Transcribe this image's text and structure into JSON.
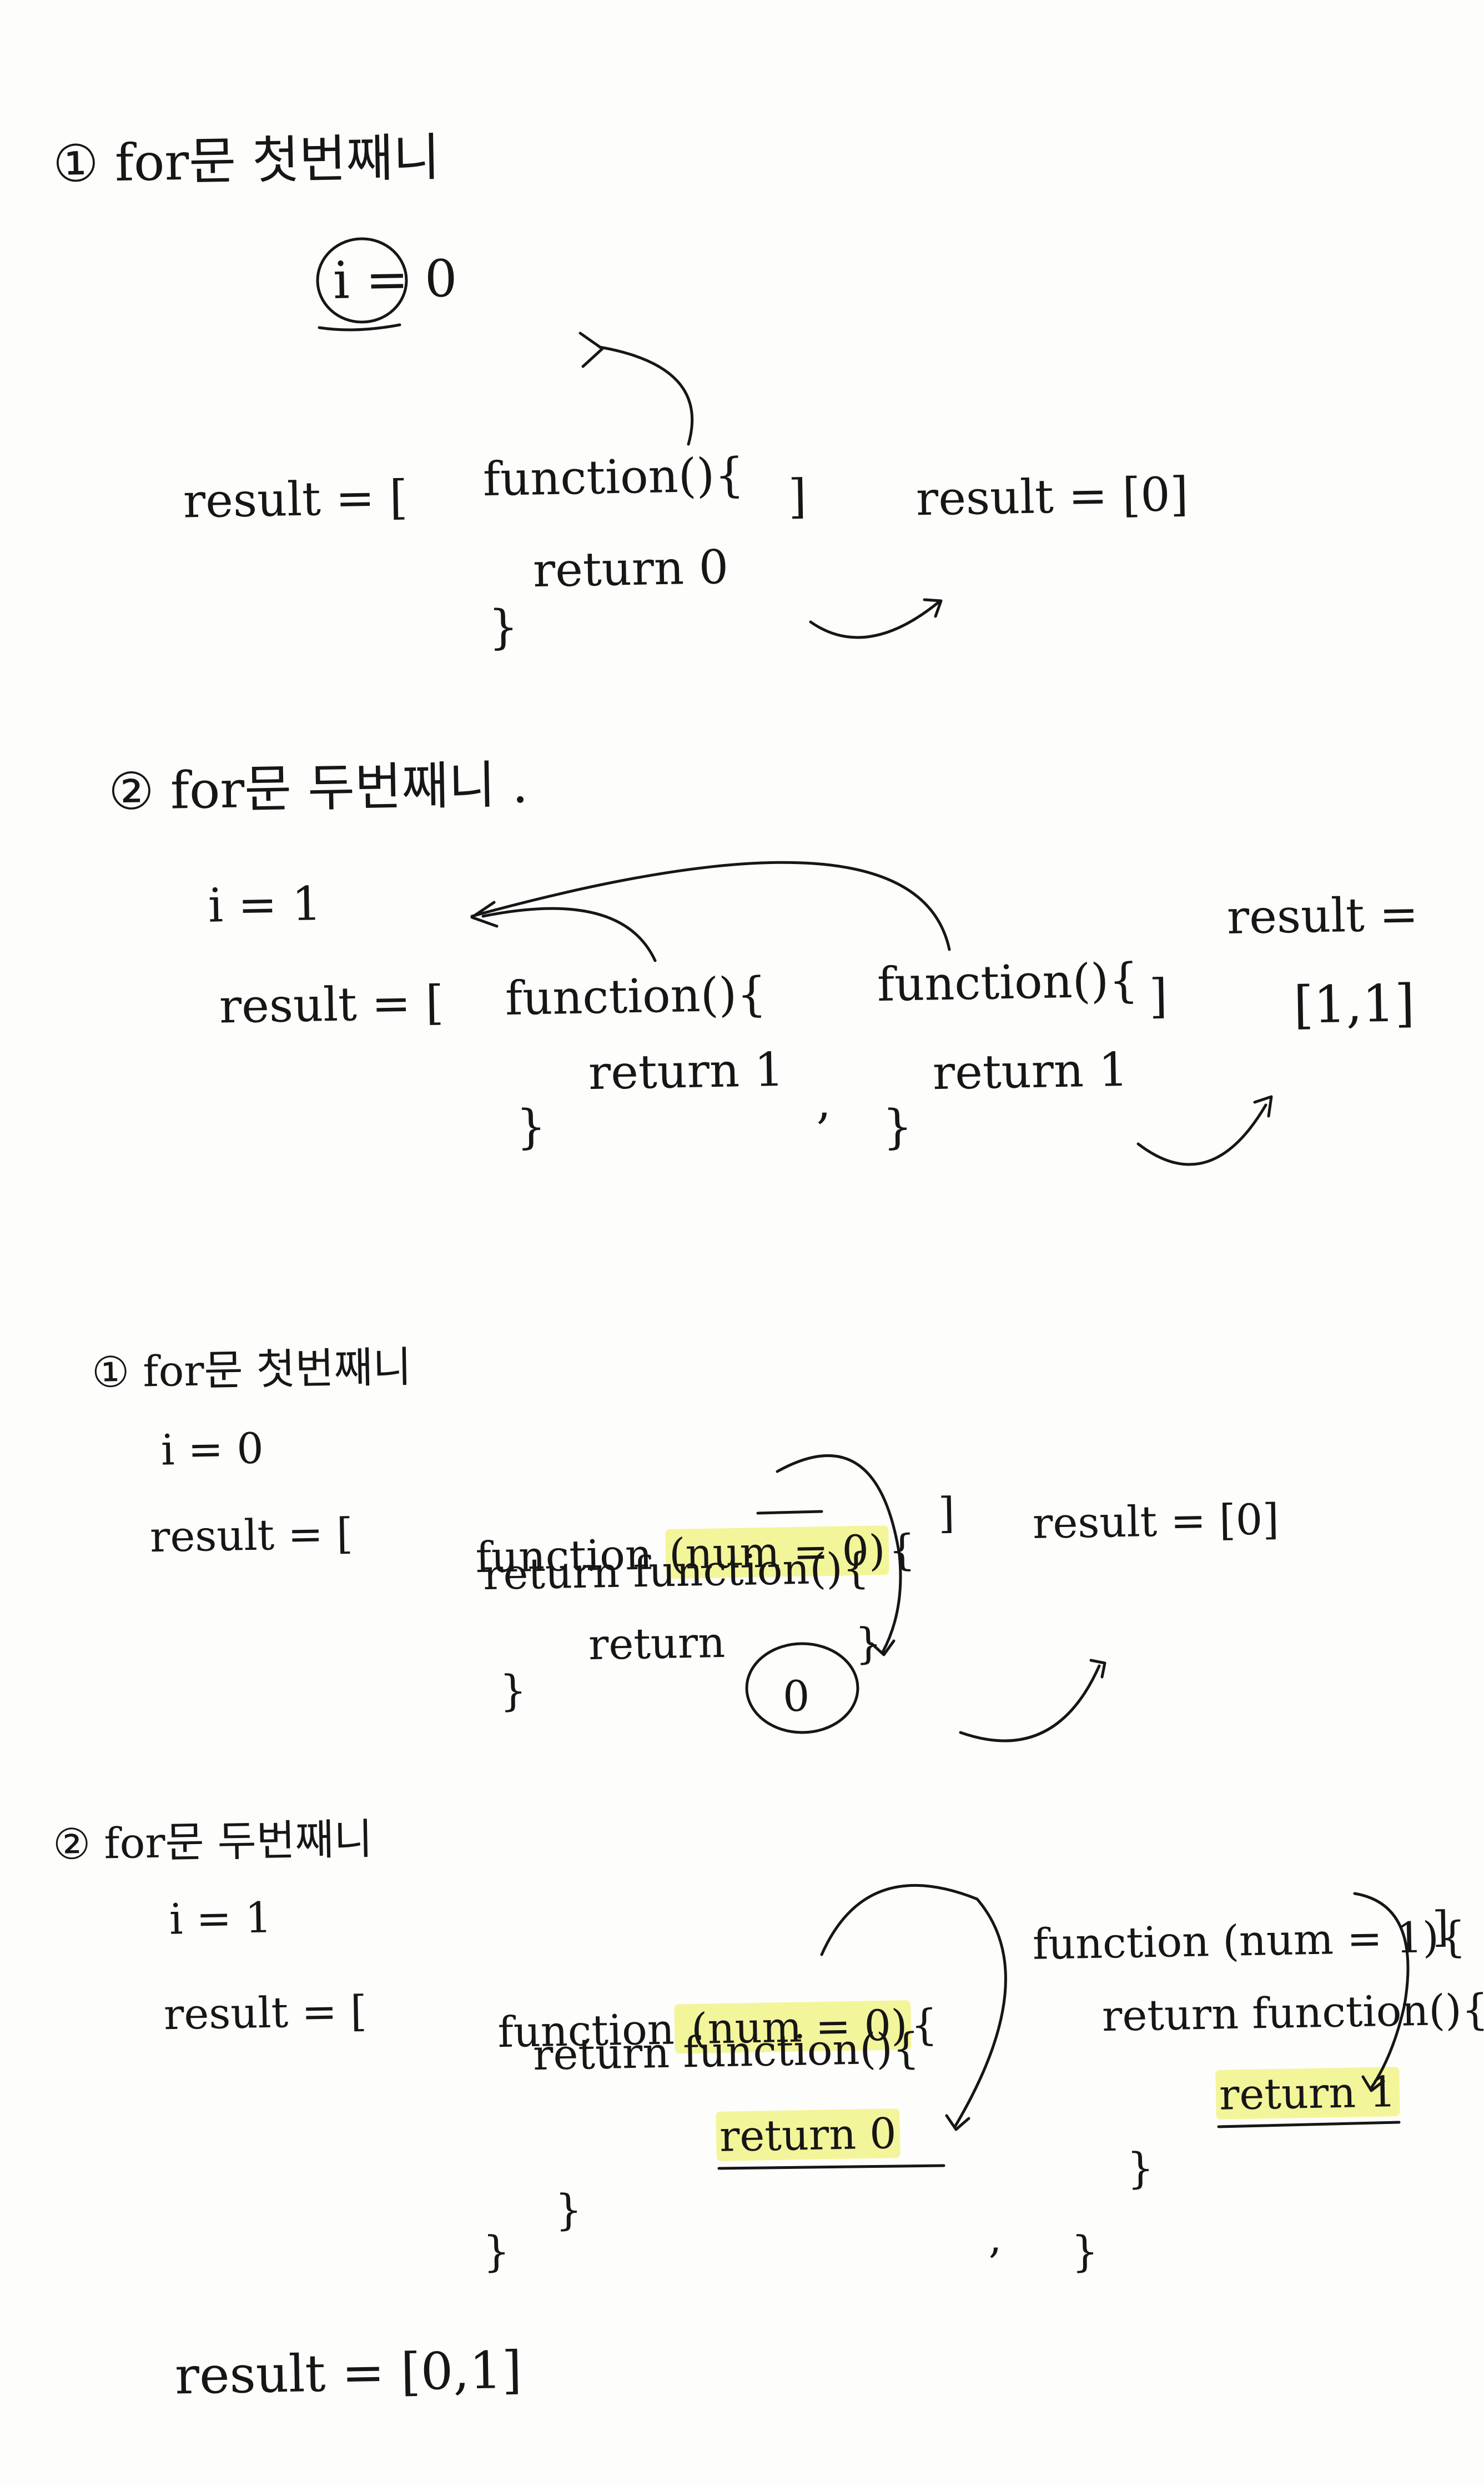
{
  "notes": [
    {
      "heading": "① for문 첫번째니",
      "i_line": "i = 0",
      "result_label": "result = [",
      "func_line": "function(){",
      "return_line": "return 0",
      "close_brace": "}",
      "close_bracket": "]",
      "result_out": "result = [0]"
    },
    {
      "heading": "② for문 두번째니 .",
      "i_line": "i = 1",
      "result_label": "result = [",
      "func1_line": "function(){",
      "return1_line": "return 1",
      "close1": "}",
      "comma": ",",
      "func2_line": "function(){",
      "return2_line": "return 1",
      "close2": "}",
      "close_bracket": "]",
      "result_label_out": "result =",
      "result_out": "[1,1]"
    },
    {
      "heading": "① for문 첫번째니",
      "i_line": "i = 0",
      "result_label": "result = [",
      "func_prefix": "function ",
      "func_param": "(num = 0)",
      "func_suffix": "{",
      "return_func": "return function(){",
      "inner_return": "return",
      "inner_value": "0",
      "close_inner": "}",
      "close_outer": "}",
      "close_bracket": "]",
      "result_out": "result = [0]"
    },
    {
      "heading": "② for문 두번째니",
      "i_line": "i = 1",
      "result_label": "result = [",
      "f1_prefix": "function",
      "f1_param": " (num = 0)",
      "f1_suffix": "{",
      "f1_return_func": "return function(){",
      "f1_inner_return": "return 0",
      "f1_close_inner": "}",
      "f1_close_outer": "}",
      "comma": ",",
      "f2_line": "function (num = 1){",
      "f2_return_func": "return function(){",
      "f2_inner_return": "return 1",
      "f2_close_inner": "}",
      "f2_close_outer": "}",
      "close_bracket": "]",
      "final_result": "result = [0,1]"
    }
  ],
  "colors": {
    "ink": "#161616",
    "highlight": "#f3f59a",
    "paper": "#fdfdfb"
  }
}
